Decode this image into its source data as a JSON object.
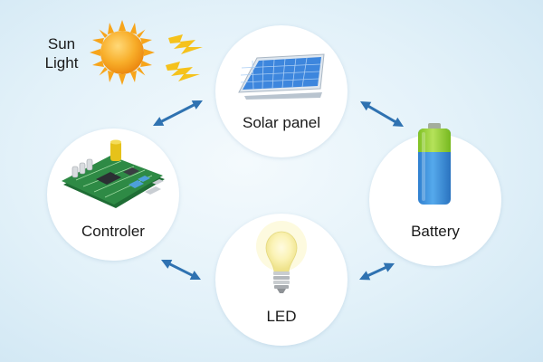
{
  "sun": {
    "line1": "Sun",
    "line2": "Light",
    "icon": "sun-icon"
  },
  "nodes": {
    "solar_panel": {
      "label": "Solar panel",
      "icon": "solar-panel-icon"
    },
    "battery": {
      "label": "Battery",
      "icon": "battery-icon"
    },
    "led": {
      "label": "LED",
      "icon": "light-bulb-icon"
    },
    "controller": {
      "label": "Controler",
      "icon": "circuit-board-icon"
    }
  },
  "colors": {
    "arrow": "#2f72b1",
    "sun": "#f6a318",
    "lightning": "#f5c21c",
    "battery_body": "#3a8fd8",
    "battery_charge": "#8fcf2c",
    "board": "#2e8a45",
    "panel": "#3d86dd"
  }
}
